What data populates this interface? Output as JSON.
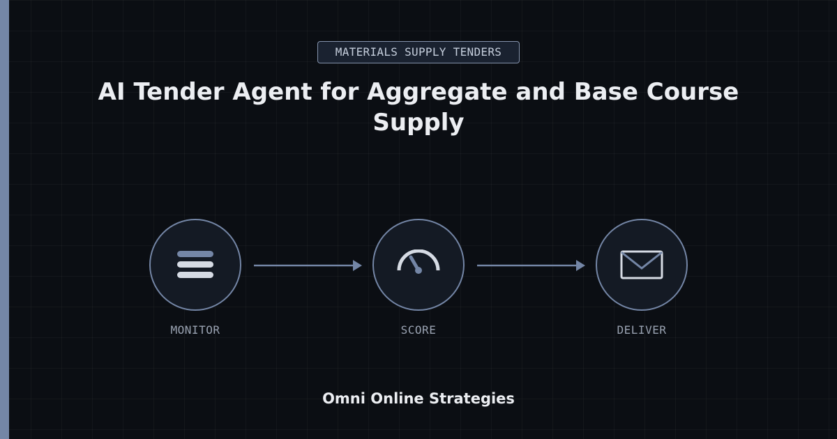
{
  "badge": "MATERIALS SUPPLY TENDERS",
  "title": "AI Tender Agent for Aggregate and Base Course Supply",
  "steps": [
    {
      "label": "MONITOR",
      "icon": "list-icon"
    },
    {
      "label": "SCORE",
      "icon": "gauge-icon"
    },
    {
      "label": "DELIVER",
      "icon": "envelope-icon"
    }
  ],
  "footer": "Omni Online Strategies",
  "colors": {
    "background": "#0b0e13",
    "accent": "#7486a6",
    "text": "#eceef2",
    "muted": "#9aa3b2"
  }
}
